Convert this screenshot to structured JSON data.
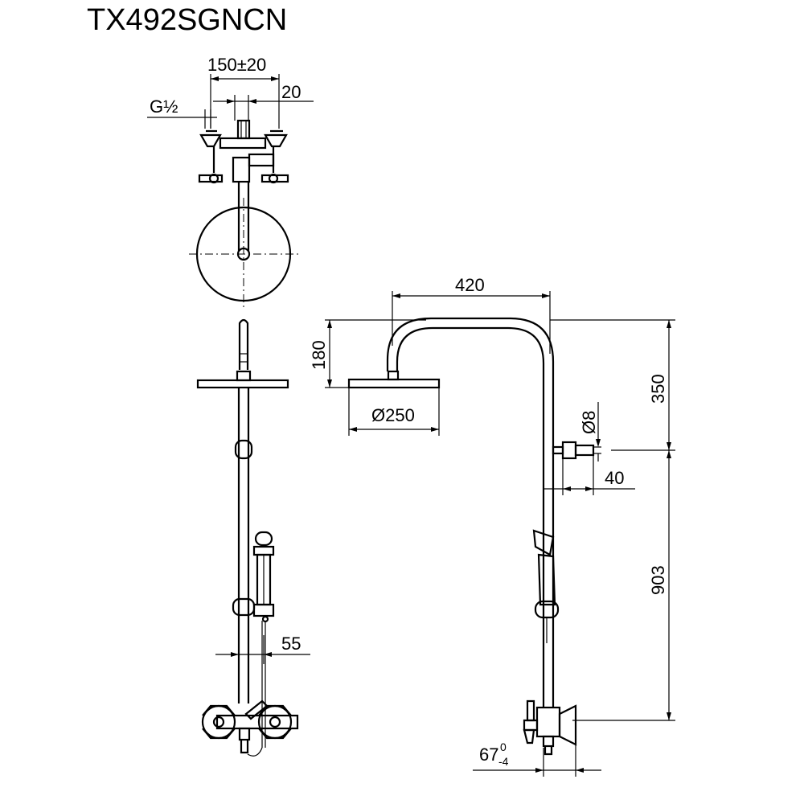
{
  "title": "TX492SGNCN",
  "dimensions": {
    "inlet_spacing": "150±20",
    "offset_20": "20",
    "thread": "G½",
    "arm_reach": "420",
    "head_drop": "180",
    "head_diameter": "Ø250",
    "top_to_outlet": "350",
    "outlet_diameter": "Ø8",
    "outlet_projection": "40",
    "outlet_to_valve": "903",
    "wall_offset": "55",
    "valve_depth": "67",
    "valve_depth_tol_upper": "0",
    "valve_depth_tol_lower": "-4"
  }
}
